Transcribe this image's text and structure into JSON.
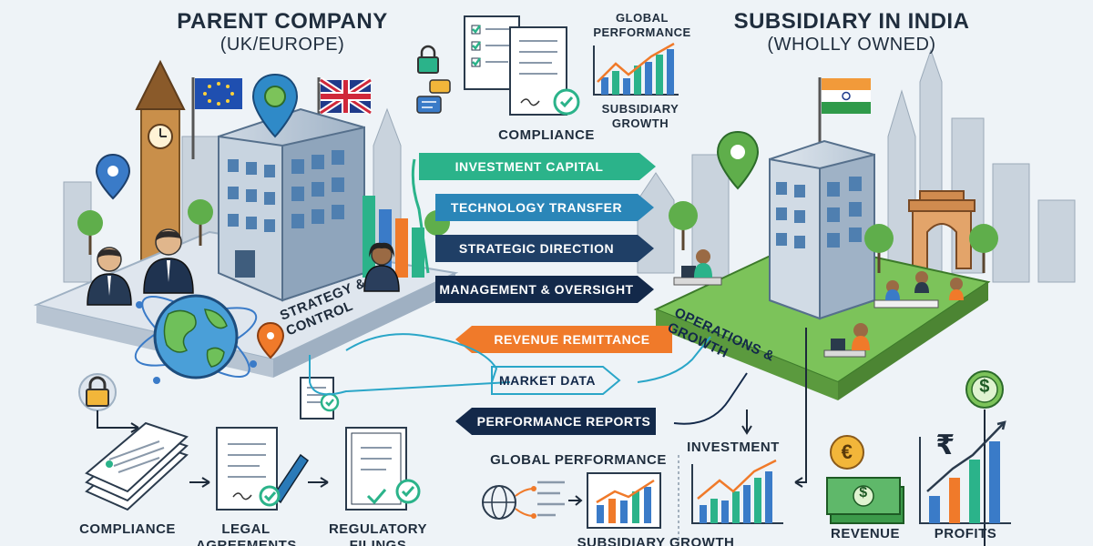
{
  "parent": {
    "title": "PARENT COMPANY",
    "subtitle": "(UK/EUROPE)",
    "platform_label": "STRATEGY & CONTROL"
  },
  "subsidiary": {
    "title": "SUBSIDIARY IN INDIA",
    "subtitle": "(WHOLLY OWNED)",
    "platform_label": "OPERATIONS & GROWTH"
  },
  "top_center": {
    "compliance_label": "COMPLIANCE",
    "global_performance_label": "GLOBAL PERFORMANCE",
    "subsidiary_growth_label": "SUBSIDIARY GROWTH"
  },
  "flows": {
    "outgoing": [
      {
        "label": "INVESTMENT CAPITAL",
        "color": "#2bb38a"
      },
      {
        "label": "TECHNOLOGY TRANSFER",
        "color": "#2a86b8"
      },
      {
        "label": "STRATEGIC DIRECTION",
        "color": "#1f3f66"
      },
      {
        "label": "MANAGEMENT & OVERSIGHT",
        "color": "#13294a"
      }
    ],
    "incoming": [
      {
        "label": "REVENUE REMITTANCE",
        "color": "#f07a2a"
      },
      {
        "label": "MARKET DATA",
        "color": "#2aa6c8"
      },
      {
        "label": "PERFORMANCE REPORTS",
        "color": "#13294a"
      }
    ]
  },
  "bottom_left": {
    "compliance": "COMPLIANCE",
    "legal": "LEGAL AGREEMENTS",
    "regulatory": "REGULATORY FILINGS"
  },
  "bottom_center": {
    "global_performance": "GLOBAL PERFORMANCE",
    "subsidiary_growth": "SUBSIDIARY GROWTH"
  },
  "bottom_right": {
    "investment": "INVESTMENT",
    "revenue": "REVENUE",
    "profits": "PROFITS"
  },
  "icons": {
    "currency_euro": "€",
    "currency_rupee": "₹",
    "currency_dollar": "$"
  },
  "colors": {
    "green": "#2bb38a",
    "blue": "#2a86b8",
    "navy": "#13294a",
    "orange": "#f07a2a",
    "platform_green": "#7cc35a"
  }
}
